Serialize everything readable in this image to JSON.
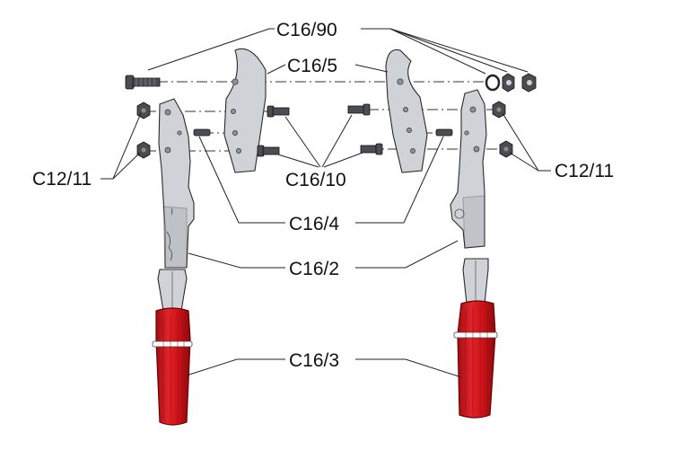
{
  "labels": {
    "c16_90": "C16/90",
    "c16_5": "C16/5",
    "c12_11_left": "C12/11",
    "c12_11_right": "C12/11",
    "c16_10": "C16/10",
    "c16_4": "C16/4",
    "c16_2": "C16/2",
    "c16_3": "C16/3"
  },
  "colors": {
    "grip_red": "#d4141b",
    "grip_shadow": "#a10d12",
    "metal": "#cfd2d6",
    "hardware": "#4a4d52"
  }
}
